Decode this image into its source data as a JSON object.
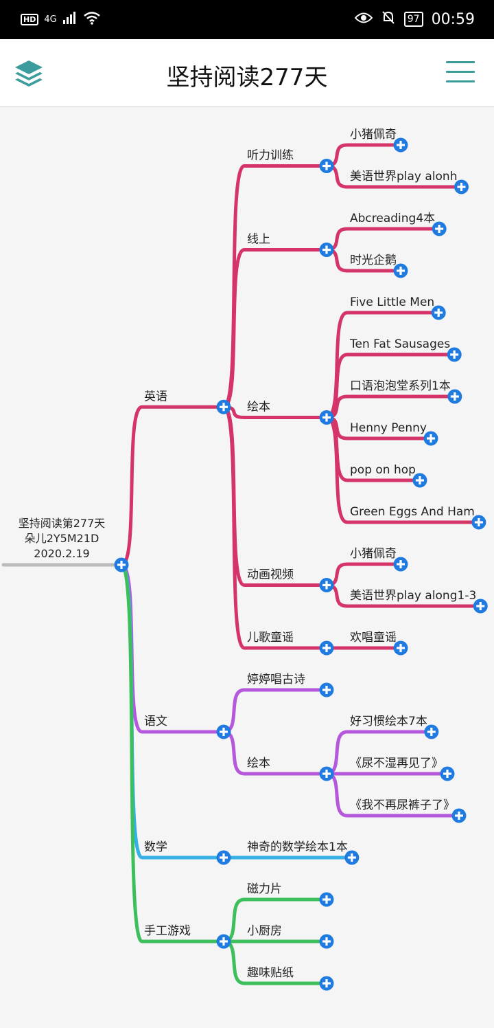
{
  "status_bar": {
    "network": "HD",
    "signal": "4G",
    "battery": "97",
    "time": "00:59"
  },
  "header": {
    "title": "坚持阅读277天",
    "left_icon": "layers-icon",
    "right_icon": "hamburger-menu-icon"
  },
  "colors": {
    "english": "#d53468",
    "chinese": "#b558dc",
    "math": "#35b1e7",
    "crafts": "#3dbf5c",
    "root_line": "#bbbbbb",
    "button": "#1f7be0",
    "menu_icon": "#3a9c9b"
  },
  "mindmap": {
    "root": [
      "坚持阅读第277天",
      "朵儿2Y5M21D",
      "2020.2.19"
    ],
    "branches": [
      {
        "label": "英语",
        "color": "english",
        "children": [
          {
            "label": "听力训练",
            "children": [
              {
                "label": "小猪佩奇"
              },
              {
                "label": "美语世界play alonh"
              }
            ]
          },
          {
            "label": "线上",
            "children": [
              {
                "label": "Abcreading4本"
              },
              {
                "label": "时光企鹅"
              }
            ]
          },
          {
            "label": "绘本",
            "children": [
              {
                "label": "Five Little Men"
              },
              {
                "label": "Ten Fat Sausages"
              },
              {
                "label": "口语泡泡堂系列1本"
              },
              {
                "label": "Henny Penny"
              },
              {
                "label": "pop on hop"
              },
              {
                "label": "Green Eggs And Ham"
              }
            ]
          },
          {
            "label": "动画视频",
            "children": [
              {
                "label": "小猪佩奇"
              },
              {
                "label": "美语世界play along1-3"
              }
            ]
          },
          {
            "label": "儿歌童谣",
            "children": [
              {
                "label": "欢唱童谣"
              }
            ]
          }
        ]
      },
      {
        "label": "语文",
        "color": "chinese",
        "children": [
          {
            "label": "婷婷唱古诗",
            "children": []
          },
          {
            "label": "绘本",
            "children": [
              {
                "label": "好习惯绘本7本"
              },
              {
                "label": "《尿不湿再见了》"
              },
              {
                "label": "《我不再尿裤子了》"
              }
            ]
          }
        ]
      },
      {
        "label": "数学",
        "color": "math",
        "children": [
          {
            "label": "神奇的数学绘本1本",
            "children": []
          }
        ]
      },
      {
        "label": "手工游戏",
        "color": "crafts",
        "children": [
          {
            "label": "磁力片",
            "children": []
          },
          {
            "label": "小厨房",
            "children": []
          },
          {
            "label": "趣味贴纸",
            "children": []
          }
        ]
      }
    ]
  }
}
